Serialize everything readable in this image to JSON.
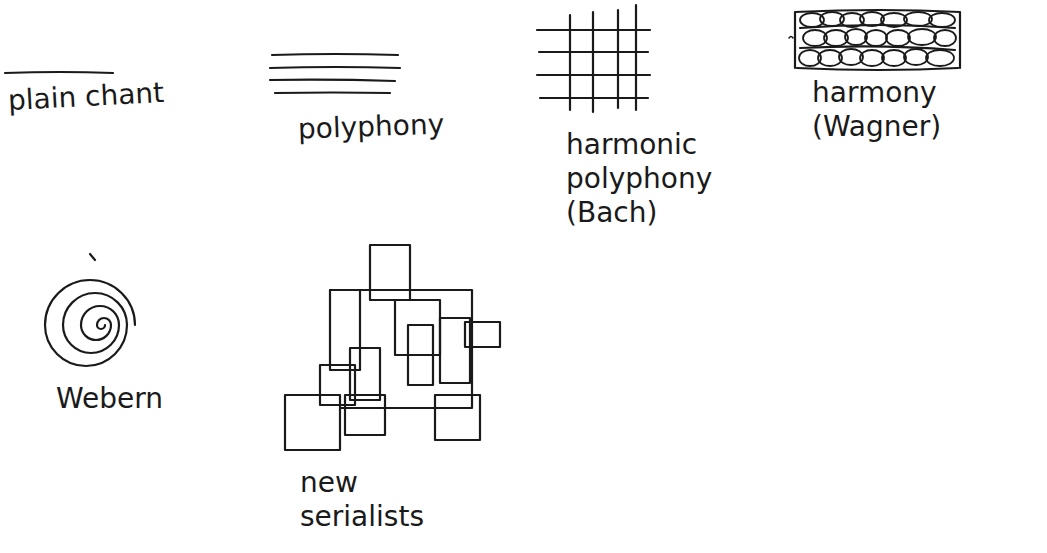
{
  "diagram": {
    "labels": [
      "plain chant",
      "polyphony",
      "harmonic polyphony (Bach)",
      "harmony (Wagner)",
      "Webern",
      "new serialists"
    ]
  }
}
